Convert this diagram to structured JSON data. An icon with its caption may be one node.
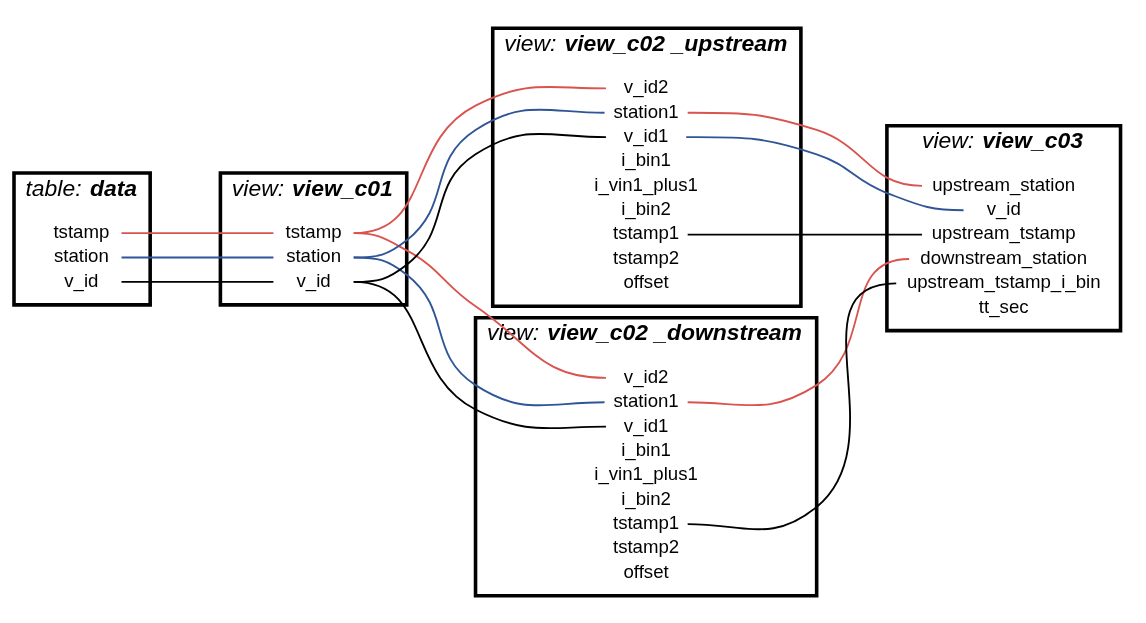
{
  "diagram": {
    "nodes": [
      {
        "text": [
          "table:",
          "data"
        ]
      },
      {
        "text": [
          "tstamp"
        ],
        "in": 0
      },
      {
        "text": [
          "station"
        ],
        "in": 0
      },
      {
        "text": [
          "v_id"
        ],
        "in": 0
      },
      {
        "text": [
          "view:",
          "view_c01"
        ]
      },
      {
        "text": [
          "tstamp"
        ],
        "in": 4
      },
      {
        "text": [
          "station"
        ],
        "in": 4
      },
      {
        "text": [
          "v_id"
        ],
        "in": 4
      },
      {
        "text": [
          "view:",
          "view_c02 _upstream"
        ]
      },
      {
        "text": [
          "station1"
        ],
        "in": 8
      },
      {
        "text": [
          "v_id1"
        ],
        "in": 8
      },
      {
        "text": [
          "v_id2"
        ],
        "in": 8
      },
      {
        "text": [
          "i_bin1"
        ],
        "in": 8
      },
      {
        "text": [
          "i_vin1_plus1"
        ],
        "in": 8
      },
      {
        "text": [
          "i_bin2"
        ],
        "in": 8
      },
      {
        "text": [
          "tstamp1"
        ],
        "in": 8
      },
      {
        "text": [
          "tstamp2"
        ],
        "in": 8
      },
      {
        "text": [
          "offset"
        ],
        "in": 8
      },
      {
        "text": [
          "view:",
          "view_c02 _downstream"
        ]
      },
      {
        "text": [
          "station1"
        ],
        "in": 18
      },
      {
        "text": [
          "v_id1"
        ],
        "in": 18
      },
      {
        "text": [
          "v_id2"
        ],
        "in": 18
      },
      {
        "text": [
          "i_bin1"
        ],
        "in": 18
      },
      {
        "text": [
          "i_vin1_plus1"
        ],
        "in": 18
      },
      {
        "text": [
          "i_bin2"
        ],
        "in": 18
      },
      {
        "text": [
          "tstamp1"
        ],
        "in": 18
      },
      {
        "text": [
          "tstamp2"
        ],
        "in": 18
      },
      {
        "text": [
          "offset"
        ],
        "in": 18
      },
      {
        "text": [
          "view:",
          "view_c03"
        ]
      },
      {
        "text": [
          "v_id"
        ],
        "in": 28
      },
      {
        "text": [
          "upstream_station"
        ],
        "in": 28
      },
      {
        "text": [
          "downstream_station"
        ],
        "in": 28
      },
      {
        "text": [
          "upstream_tstamp"
        ],
        "in": 28
      },
      {
        "text": [
          "upstream_tstamp_i_bin"
        ],
        "in": 28
      },
      {
        "text": [
          "tt_sec"
        ],
        "in": 28
      }
    ],
    "edges": [
      {
        "from": 1,
        "to": 5,
        "arrow": "none",
        "color": "#d9534f"
      },
      {
        "from": 2,
        "to": 6,
        "arrow": "none",
        "color": "#2f5597"
      },
      {
        "from": 3,
        "to": 7,
        "arrow": "none",
        "color": "#000000"
      },
      {
        "from": 5,
        "to": 11,
        "arrow": "none",
        "color": "#d9534f"
      },
      {
        "from": 5,
        "to": 21,
        "arrow": "none",
        "color": "#d9534f"
      },
      {
        "from": 6,
        "to": 9,
        "arrow": "none",
        "color": "#2f5597"
      },
      {
        "from": 6,
        "to": 19,
        "arrow": "none",
        "color": "#2f5597"
      },
      {
        "from": 7,
        "to": 10,
        "arrow": "none",
        "color": "#000000"
      },
      {
        "from": 7,
        "to": 20,
        "arrow": "none",
        "color": "#000000"
      },
      {
        "from": 9,
        "to": 30,
        "arrow": "none",
        "color": "#d9534f"
      },
      {
        "from": 10,
        "to": 29,
        "arrow": "none",
        "color": "#2f5597"
      },
      {
        "from": 15,
        "to": 32,
        "arrow": "none",
        "color": "#000000"
      },
      {
        "from": 19,
        "to": 31,
        "arrow": "none",
        "color": "#d9534f"
      },
      {
        "from": 25,
        "to": 33,
        "arrow": "none",
        "color": "#000000"
      }
    ]
  }
}
